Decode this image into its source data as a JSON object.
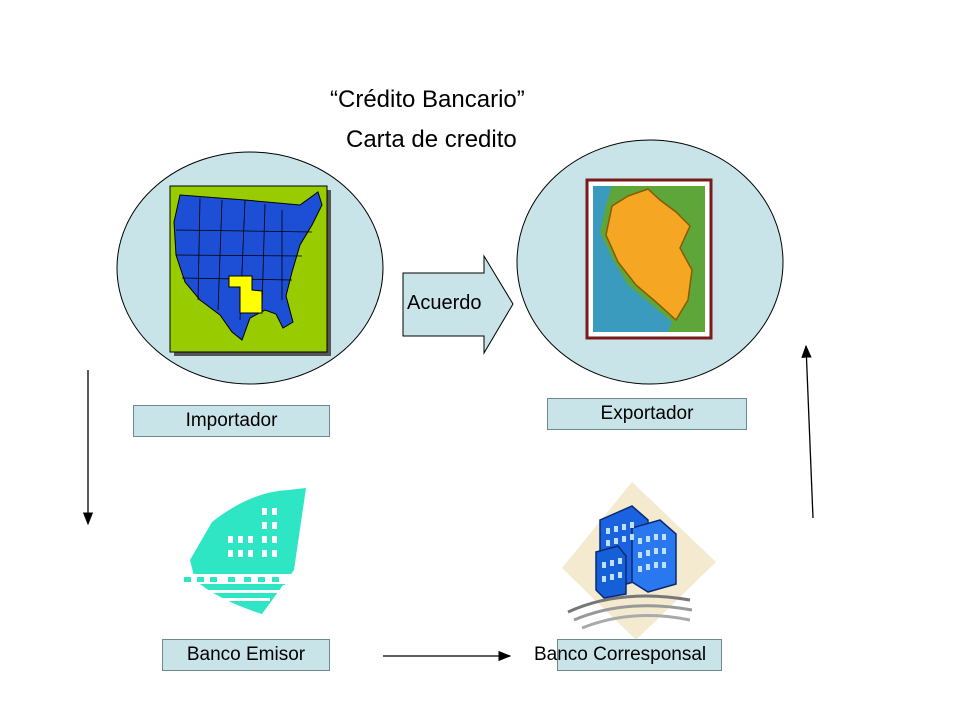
{
  "title": {
    "line1": "“Crédito Bancario”",
    "line2": "Carta de credito"
  },
  "flow": {
    "agreement_label": "Acuerdo"
  },
  "nodes": {
    "importer": "Importador",
    "exporter": "Exportador",
    "issuing_bank": "Banco Emisor",
    "correspondent_bank": "Banco Corresponsal"
  },
  "colors": {
    "circle_fill": "#c9e4e8",
    "usa_blue": "#1c4fd6",
    "map_green": "#99cc00",
    "highlight_yellow": "#ffff00",
    "peru_orange": "#f5a623",
    "ocean_blue": "#3a9bbf",
    "bank_teal": "#2ee6c4"
  }
}
